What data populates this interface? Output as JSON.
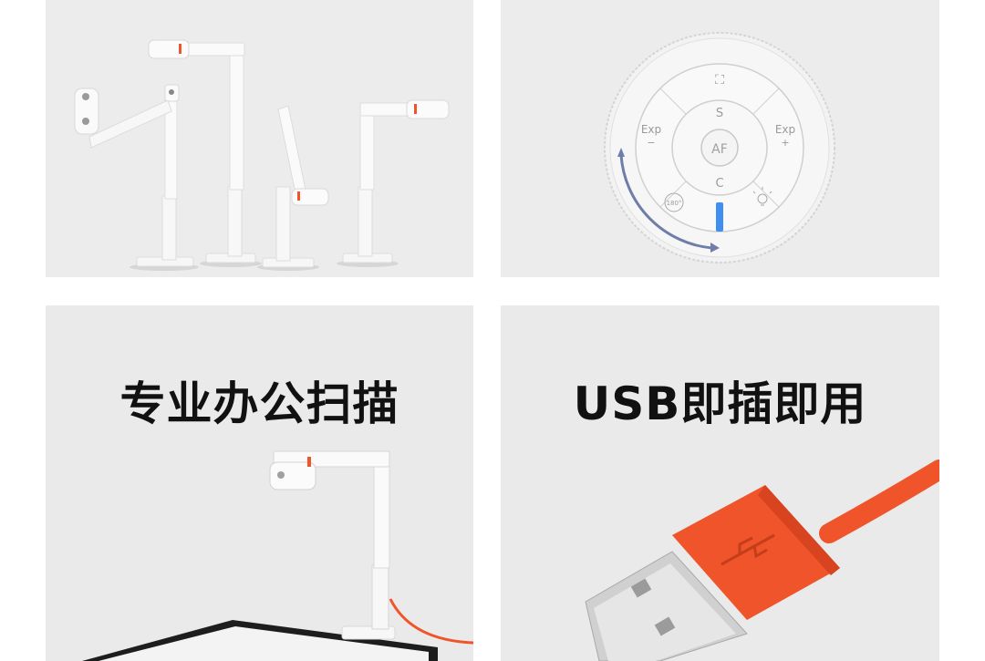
{
  "panels": {
    "scanner_family": {
      "image": "white-desktop-document-camera-variants"
    },
    "control_dial": {
      "image": "control-wheel",
      "labels": {
        "top_icon": "⛶",
        "s": "S",
        "c": "C",
        "af": "AF",
        "exp_minus": "Exp",
        "exp_plus": "Exp",
        "rotate": "180°"
      }
    },
    "office_scan": {
      "headline": "专业办公扫描",
      "image": "document-camera-over-tablet"
    },
    "usb_plug": {
      "headline": "USB即插即用",
      "image": "orange-usb-cable"
    }
  },
  "colors": {
    "panel_bg": "#ebebeb",
    "accent_orange": "#f0542a",
    "led_blue": "#3f8ff0",
    "headline": "#111111"
  }
}
